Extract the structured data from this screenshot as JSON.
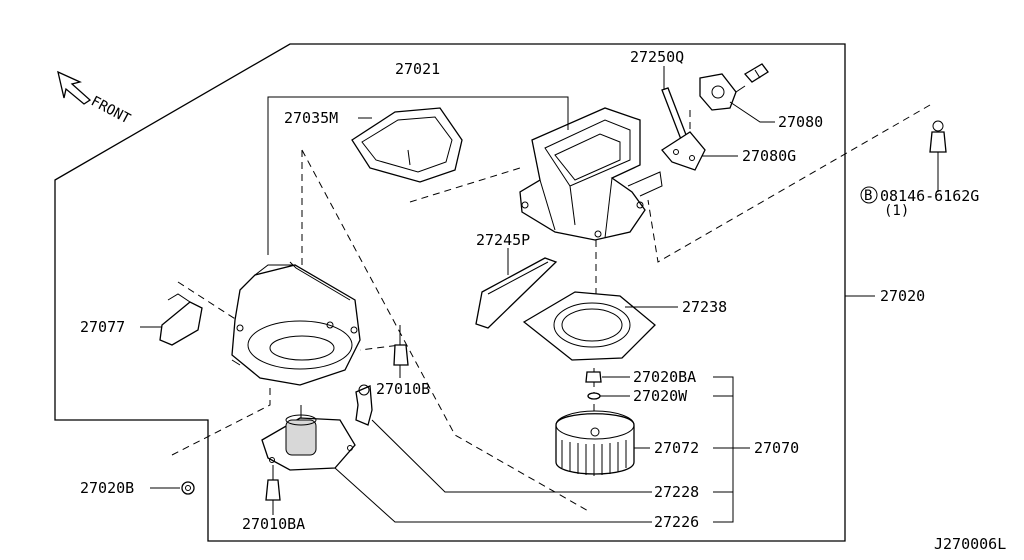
{
  "front_label": "FRONT",
  "diagram_id": "J270006L",
  "parts": {
    "p27021": "27021",
    "p27250Q": "27250Q",
    "p27080": "27080",
    "p27080G": "27080G",
    "p27035M": "27035M",
    "bolt_part": "08146-6162G",
    "bolt_qty": "(1)",
    "bolt_symbol": "B",
    "p27245P": "27245P",
    "p27020": "27020",
    "p27238": "27238",
    "p27077": "27077",
    "p27020BA": "27020BA",
    "p27010B": "27010B",
    "p27020W": "27020W",
    "p27072": "27072",
    "p27070": "27070",
    "p27228": "27228",
    "p27020B": "27020B",
    "p27226": "27226",
    "p27010BA": "27010BA"
  }
}
